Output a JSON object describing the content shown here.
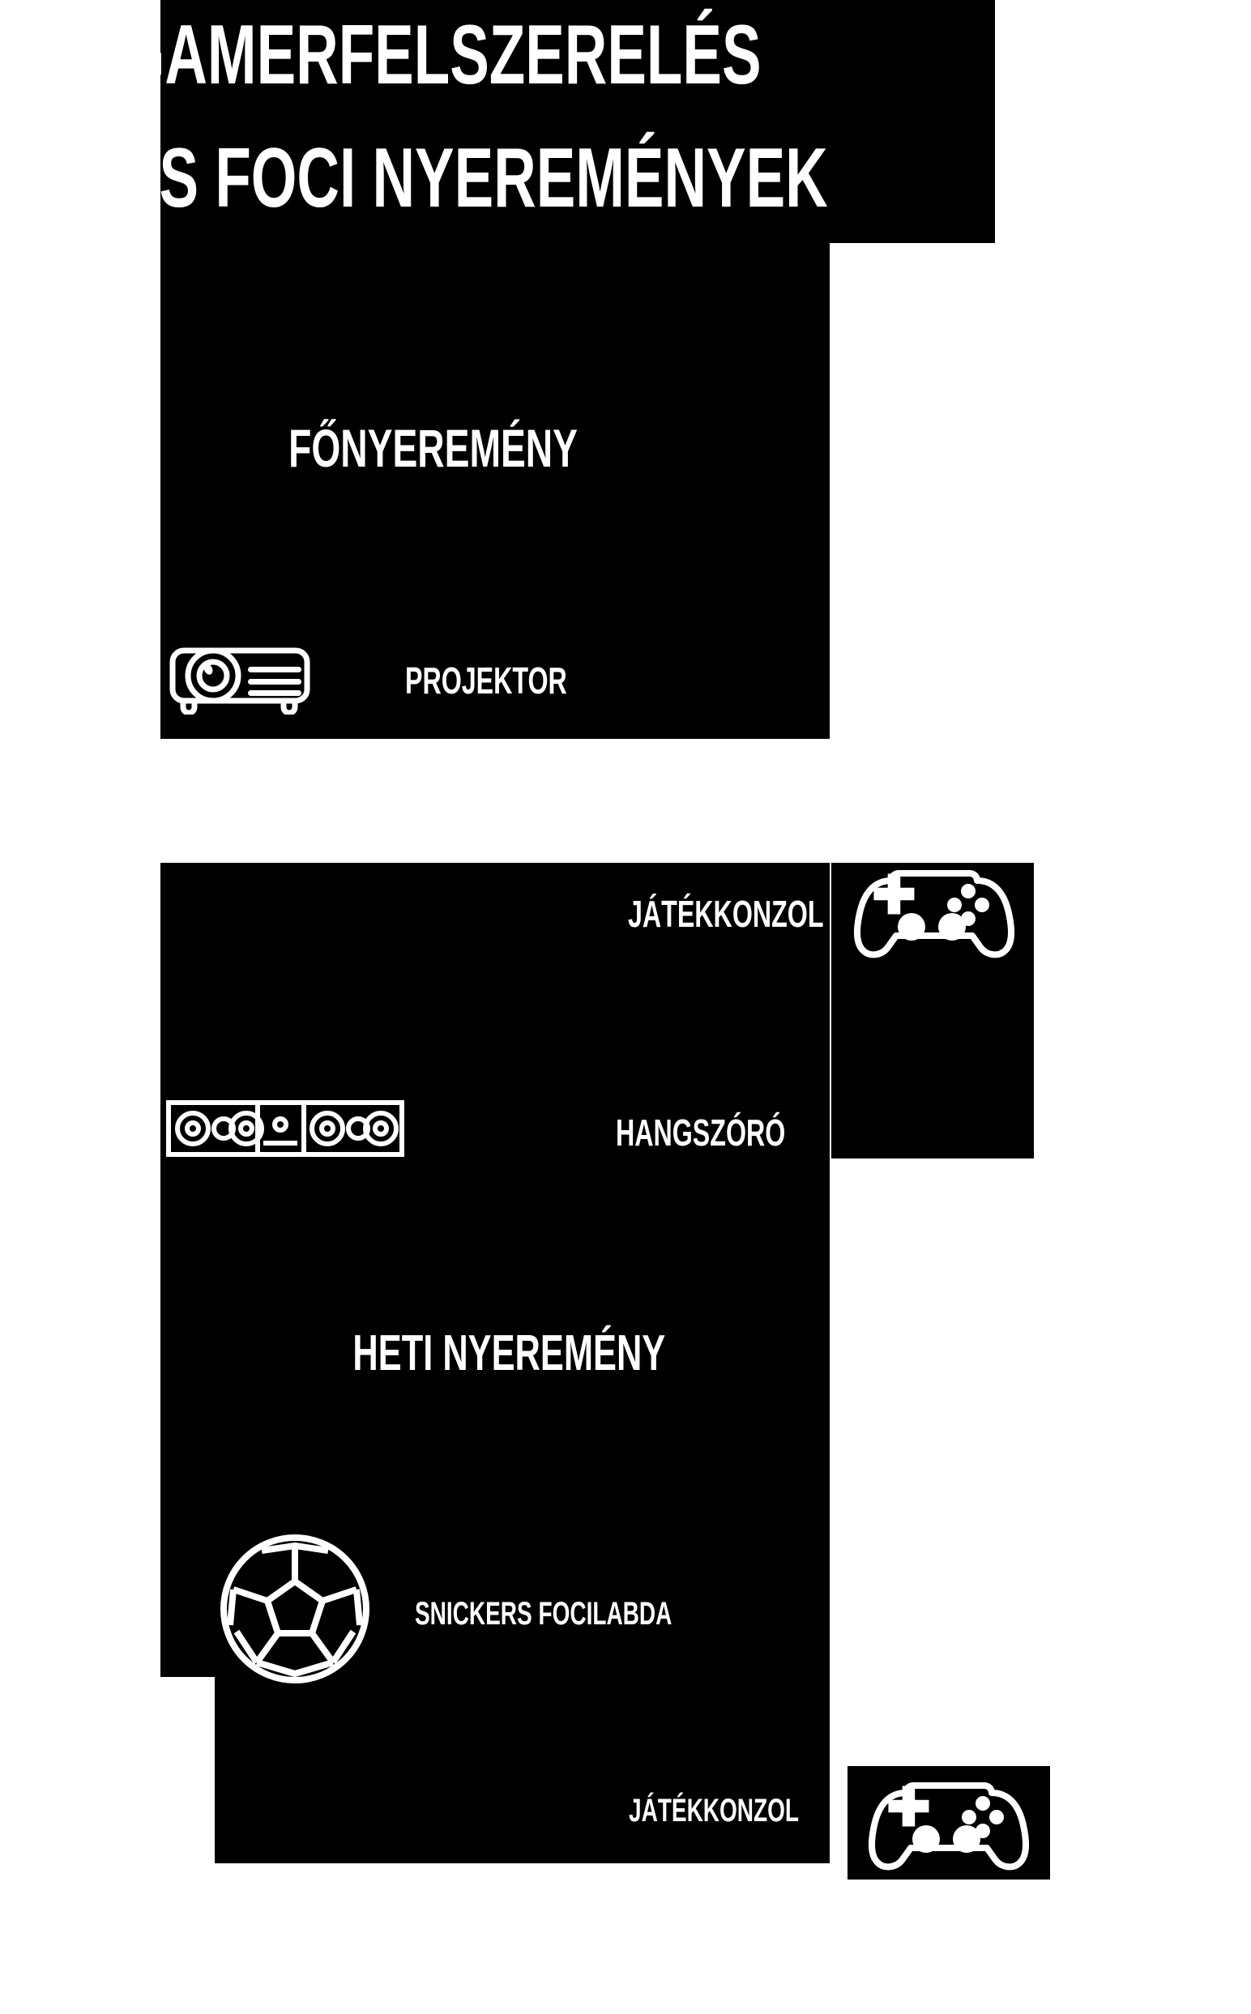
{
  "meta": {
    "background_color": "#ffffff",
    "plate_color": "#000000",
    "text_color": "#ffffff",
    "language": "hu"
  },
  "header": {
    "title_line1": "GAMERFELSZERELÉS",
    "title_line2": "ÉS FOCI NYEREMÉNYEK"
  },
  "sections": [
    {
      "id": "grand-prize",
      "heading": "FŐNYEREMÉNY",
      "prizes": [
        {
          "label": "PROJEKTOR",
          "icon": "projector-icon",
          "icon_side": "left"
        },
        {
          "label": "JÁTÉKKONZOL",
          "icon": "gamepad-icon",
          "icon_side": "right"
        },
        {
          "label": "HANGSZÓRÓ",
          "icon": "speaker-bar-icon",
          "icon_side": "left"
        }
      ]
    },
    {
      "id": "weekly-prize",
      "heading": "HETI NYEREMÉNY",
      "prizes": [
        {
          "label": "SNICKERS FOCILABDA",
          "icon": "soccer-ball-icon",
          "icon_side": "left"
        },
        {
          "label": "JÁTÉKKONZOL",
          "icon": "gamepad-icon",
          "icon_side": "right"
        }
      ]
    }
  ]
}
